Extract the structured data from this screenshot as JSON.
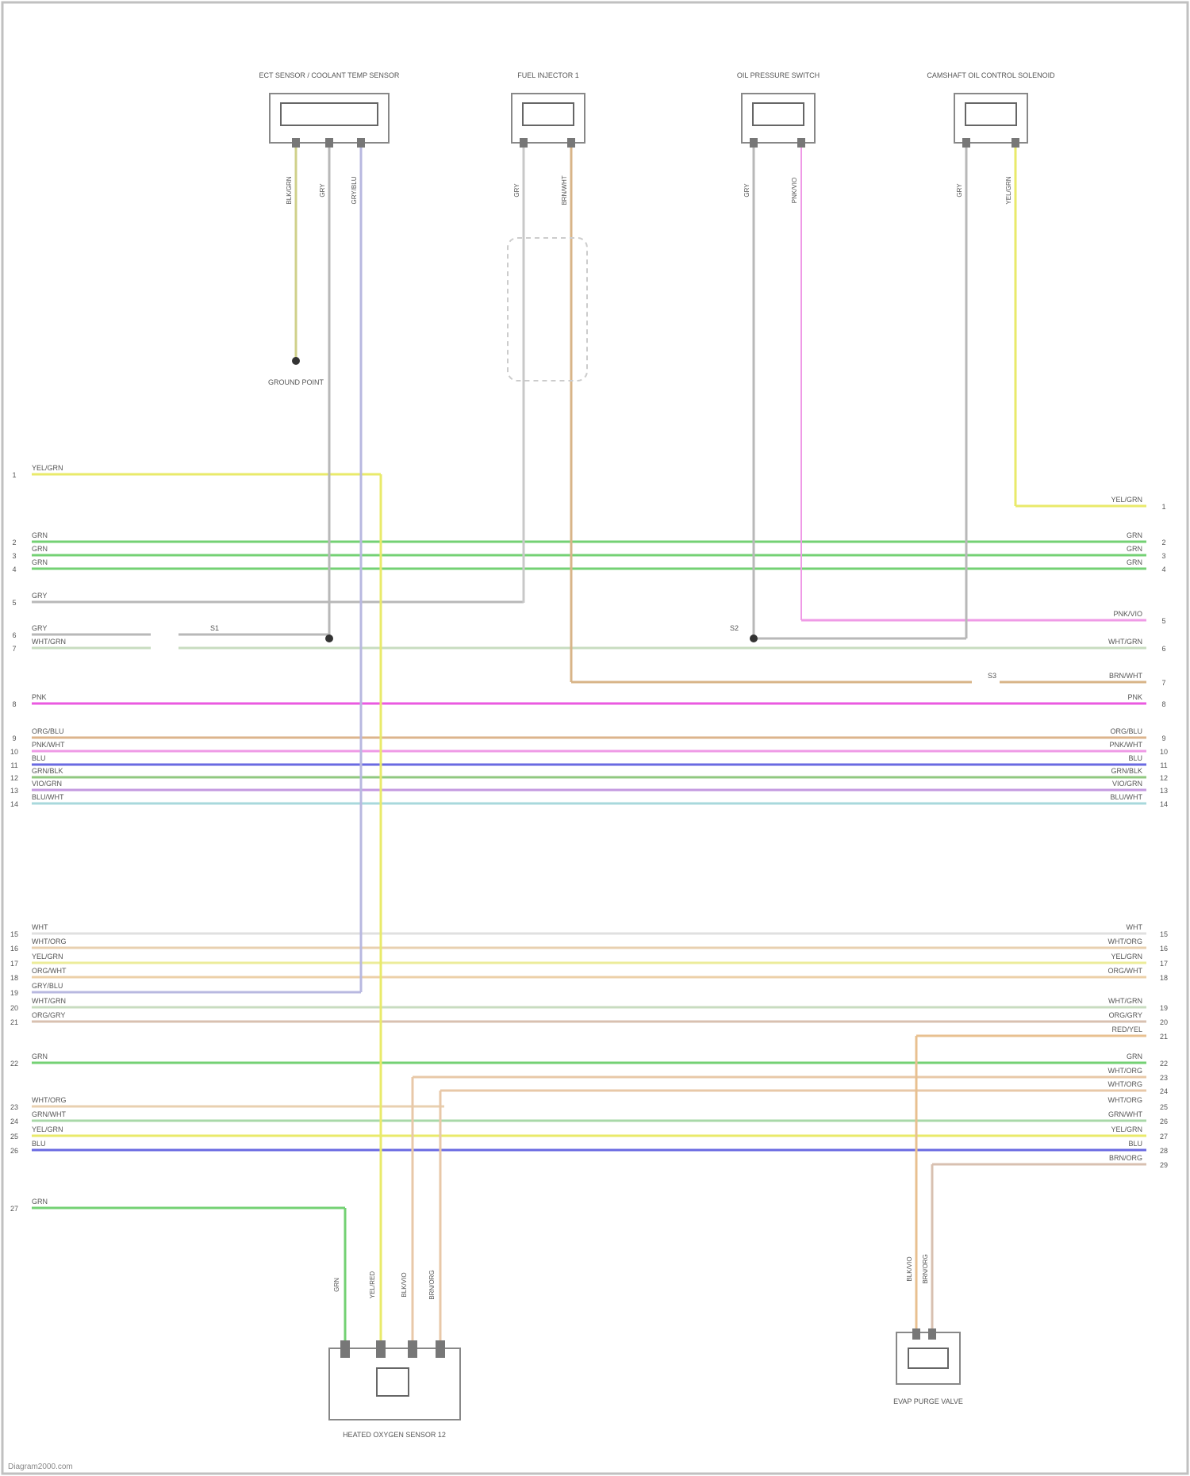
{
  "components": [
    {
      "id": "ect_sensor",
      "label": "ECT SENSOR / COOLANT TEMP SENSOR",
      "pin_wires": [
        "BLK/GRN",
        "GRY",
        "GRY/BLU"
      ]
    },
    {
      "id": "injector_1",
      "label": "FUEL INJECTOR 1",
      "pin_wires": [
        "GRY",
        "BRN/WHT"
      ]
    },
    {
      "id": "oil_pressure",
      "label": "OIL PRESSURE SWITCH",
      "pin_wires": [
        "GRY",
        "PNK/VIO"
      ]
    },
    {
      "id": "cam_solenoid",
      "label": "CAMSHAFT OIL CONTROL SOLENOID",
      "pin_wires": [
        "GRY",
        "YEL/GRN"
      ]
    },
    {
      "id": "o2_sensor",
      "label": "HEATED OXYGEN SENSOR 12",
      "pin_wires": [
        "GRN",
        "YEL/RED",
        "BLK/VIO",
        "BRN/ORG"
      ]
    },
    {
      "id": "evap_valve",
      "label": "EVAP PURGE VALVE",
      "pin_wires": [
        "BLK/VIO",
        "BRN/ORG"
      ]
    }
  ],
  "ground_note": "GROUND POINT",
  "splice_labels": [
    "S1",
    "S2",
    "S3"
  ],
  "left_wires": [
    {
      "pin": "1",
      "label": "YEL/GRN",
      "color": "#e9ea6a"
    },
    {
      "pin": "2",
      "label": "GRN",
      "color": "#74d174"
    },
    {
      "pin": "3",
      "label": "GRN",
      "color": "#74d174"
    },
    {
      "pin": "4",
      "label": "GRN",
      "color": "#74d174"
    },
    {
      "pin": "5",
      "label": "GRY",
      "color": "#b8b8b8"
    },
    {
      "pin": "6",
      "label": "GRY",
      "color": "#b8b8b8"
    },
    {
      "pin": "7",
      "label": "WHT/GRN",
      "color": "#c8dcc0"
    },
    {
      "pin": "8",
      "label": "PNK",
      "color": "#ea5ae0"
    },
    {
      "pin": "9",
      "label": "ORG/BLU",
      "color": "#dcb48c"
    },
    {
      "pin": "10",
      "label": "PNK/WHT",
      "color": "#ef9ae6"
    },
    {
      "pin": "11",
      "label": "BLU",
      "color": "#6a6ae2"
    },
    {
      "pin": "12",
      "label": "GRN/BLK",
      "color": "#90c880"
    },
    {
      "pin": "13",
      "label": "VIO/GRN",
      "color": "#c49ae0"
    },
    {
      "pin": "14",
      "label": "BLU/WHT",
      "color": "#a8d8dc"
    },
    {
      "pin": "15",
      "label": "WHT",
      "color": "#e0e0e0"
    },
    {
      "pin": "16",
      "label": "WHT/ORG",
      "color": "#e8d0b0"
    },
    {
      "pin": "17",
      "label": "YEL/GRN",
      "color": "#ecec9a"
    },
    {
      "pin": "18",
      "label": "ORG/WHT",
      "color": "#ecd0a8"
    },
    {
      "pin": "19",
      "label": "GRY/BLU",
      "color": "#b8b8e0"
    },
    {
      "pin": "20",
      "label": "WHT/GRN",
      "color": "#c8dcc0"
    },
    {
      "pin": "21",
      "label": "ORG/GRY",
      "color": "#d8c0b0"
    },
    {
      "pin": "22",
      "label": "GRN",
      "color": "#74d174"
    },
    {
      "pin": "23",
      "label": "WHT/ORG",
      "color": "#e8d0b0"
    },
    {
      "pin": "24",
      "label": "GRN/WHT",
      "color": "#a8d8a8"
    },
    {
      "pin": "25",
      "label": "YEL/GRN",
      "color": "#e9ea6a"
    },
    {
      "pin": "26",
      "label": "BLU",
      "color": "#6a6ae2"
    },
    {
      "pin": "27",
      "label": "GRN",
      "color": "#74d174"
    }
  ],
  "right_wires": [
    {
      "pin": "1",
      "label": "YEL/GRN"
    },
    {
      "pin": "2",
      "label": "GRN"
    },
    {
      "pin": "3",
      "label": "GRN"
    },
    {
      "pin": "4",
      "label": "GRN"
    },
    {
      "pin": "5",
      "label": "PNK/VIO"
    },
    {
      "pin": "6",
      "label": "WHT/GRN"
    },
    {
      "pin": "7",
      "label": "BRN/WHT"
    },
    {
      "pin": "8",
      "label": "PNK"
    },
    {
      "pin": "9",
      "label": "ORG/BLU"
    },
    {
      "pin": "10",
      "label": "PNK/WHT"
    },
    {
      "pin": "11",
      "label": "BLU"
    },
    {
      "pin": "12",
      "label": "GRN/BLK"
    },
    {
      "pin": "13",
      "label": "VIO/GRN"
    },
    {
      "pin": "14",
      "label": "BLU/WHT"
    },
    {
      "pin": "15",
      "label": "WHT"
    },
    {
      "pin": "16",
      "label": "WHT/ORG"
    },
    {
      "pin": "17",
      "label": "YEL/GRN"
    },
    {
      "pin": "18",
      "label": "ORG/WHT"
    },
    {
      "pin": "19",
      "label": "WHT/GRN"
    },
    {
      "pin": "20",
      "label": "ORG/GRY"
    },
    {
      "pin": "21",
      "label": "RED/YEL"
    },
    {
      "pin": "22",
      "label": "GRN"
    },
    {
      "pin": "23",
      "label": "WHT/ORG"
    },
    {
      "pin": "24",
      "label": "WHT/ORG"
    },
    {
      "pin": "25",
      "label": "WHT/ORG"
    },
    {
      "pin": "26",
      "label": "GRN/WHT"
    },
    {
      "pin": "27",
      "label": "YEL/GRN"
    },
    {
      "pin": "28",
      "label": "BLU"
    },
    {
      "pin": "29",
      "label": "BRN/ORG"
    }
  ],
  "credit": "Diagram2000.com"
}
